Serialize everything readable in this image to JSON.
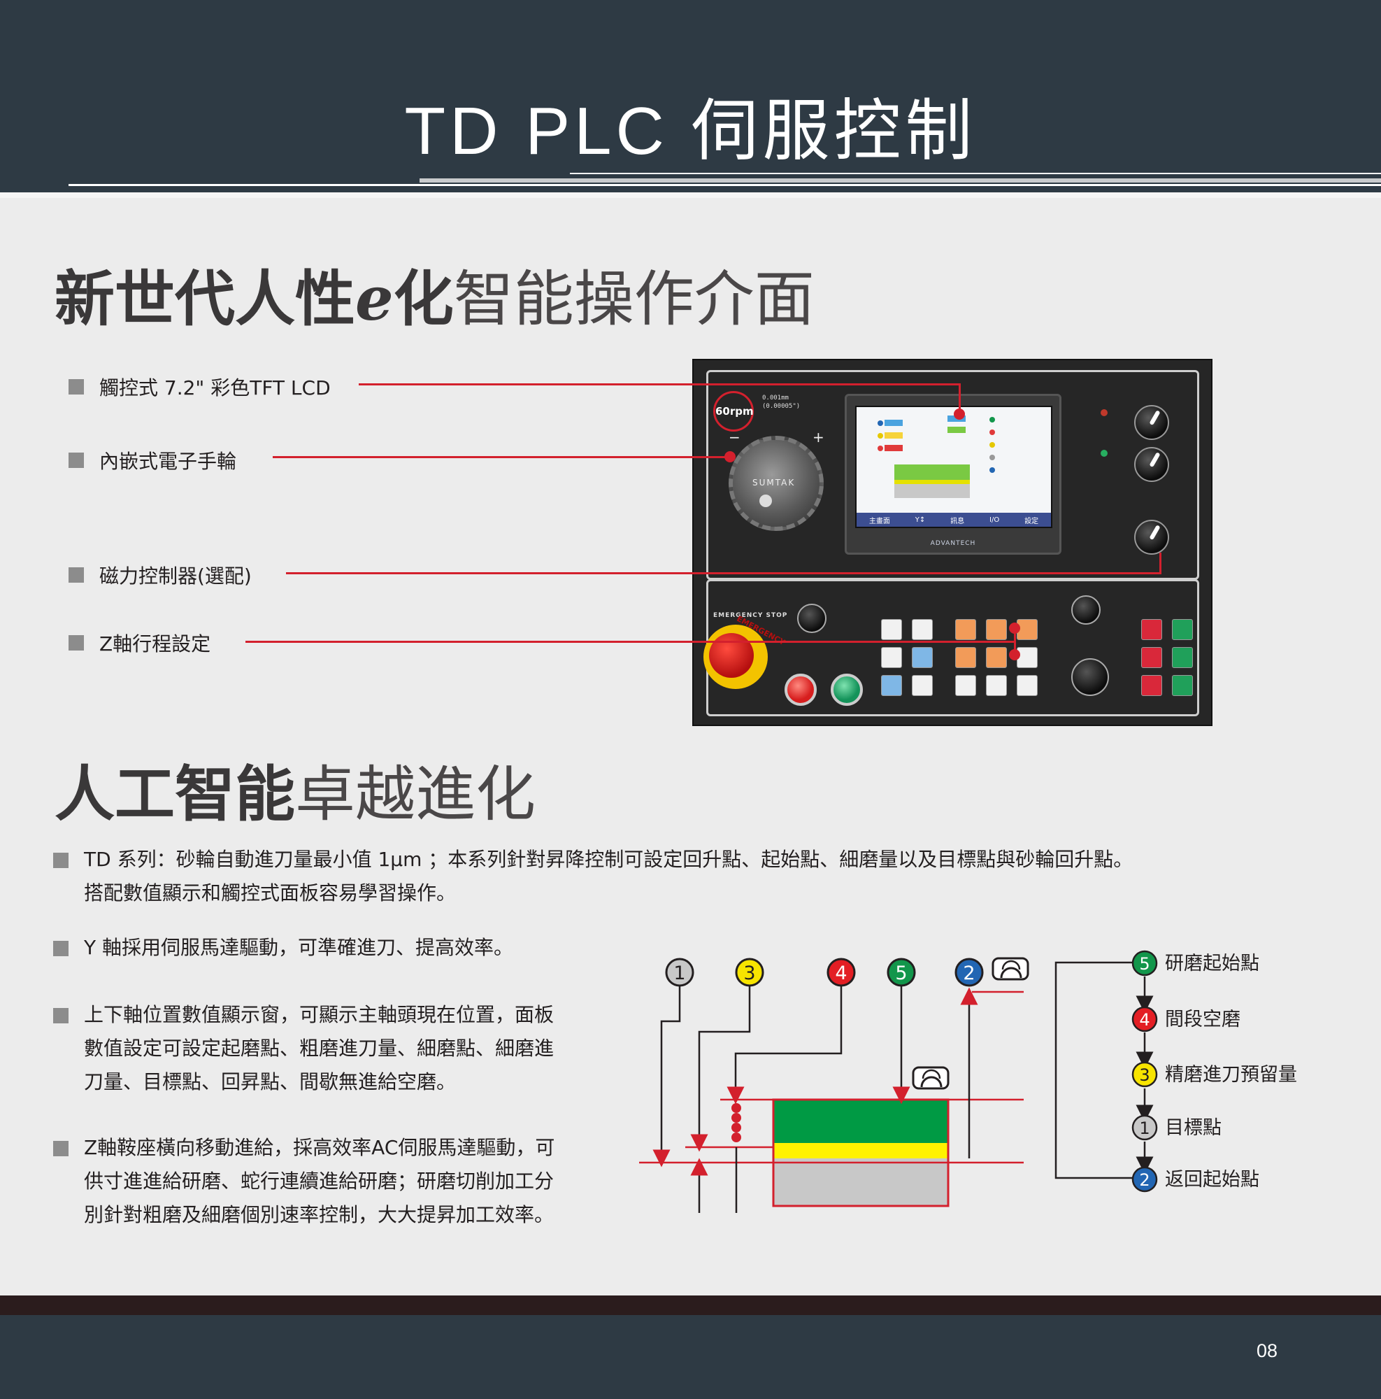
{
  "header": {
    "title": "TD PLC 伺服控制"
  },
  "section1": {
    "heading_bold": "新世代人性",
    "heading_e": "e",
    "heading_bold2": "化",
    "heading_light": "智能操作介面",
    "features": [
      "觸控式 7.2\" 彩色TFT LCD",
      "內嵌式電子手輪",
      "磁力控制器(選配)",
      "Z軸行程設定"
    ]
  },
  "panel": {
    "rpm": "60rpm",
    "handwheel_spec_1": "0.001mm",
    "handwheel_spec_2": "(0.00005\")",
    "handwheel_brand": "SUMTAK",
    "plus": "+",
    "minus": "−",
    "screen_brand": "ADVANTECH",
    "screen_tabs": [
      "主畫面",
      "Y↕",
      "訊息",
      "I/O",
      "設定"
    ],
    "estop_label": "EMERGENCY STOP",
    "estop_ring": "EMERGENCY"
  },
  "section2": {
    "heading_bold": "人工智能",
    "heading_light": "卓越進化",
    "paragraphs": [
      [
        "TD 系列：砂輪自動進刀量最小值 1μm ；本系列針對昇降控制可設定回升點、起始點、細磨量以及目標點與砂輪回升點。",
        "搭配數值顯示和觸控式面板容易學習操作。"
      ],
      [
        "Y 軸採用伺服馬達驅動，可準確進刀、提高效率。"
      ],
      [
        "上下軸位置數值顯示窗，可顯示主軸頭現在位置，面板",
        "數值設定可設定起磨點、粗磨進刀量、細磨點、細磨進",
        "刀量、目標點、回昇點、間歇無進給空磨。"
      ],
      [
        "Z軸鞍座橫向移動進給，採高效率AC伺服馬達驅動，可",
        "供寸進進給研磨、蛇行連續進給研磨；研磨切削加工分",
        "別針對粗磨及細磨個別速率控制，大大提昇加工效率。"
      ]
    ]
  },
  "diagram": {
    "markers": [
      {
        "num": "1",
        "color": "#c8c8c8"
      },
      {
        "num": "3",
        "color": "#f7e400"
      },
      {
        "num": "4",
        "color": "#e31e24"
      },
      {
        "num": "5",
        "color": "#12964b"
      },
      {
        "num": "2",
        "color": "#2266b3"
      }
    ],
    "sequence": [
      {
        "num": "5",
        "label": "研磨起始點",
        "color": "#12964b"
      },
      {
        "num": "4",
        "label": "間段空磨",
        "color": "#e31e24"
      },
      {
        "num": "3",
        "label": "精磨進刀預留量",
        "color": "#f7e400"
      },
      {
        "num": "1",
        "label": "目標點",
        "color": "#c8c8c8"
      },
      {
        "num": "2",
        "label": "返回起始點",
        "color": "#2266b3"
      }
    ],
    "colors": {
      "accent_red": "#d3202d",
      "green_block": "#009a44",
      "yellow_block": "#fff200",
      "gray_block": "#c8c8c8"
    }
  },
  "footer": {
    "page_number": "08"
  }
}
